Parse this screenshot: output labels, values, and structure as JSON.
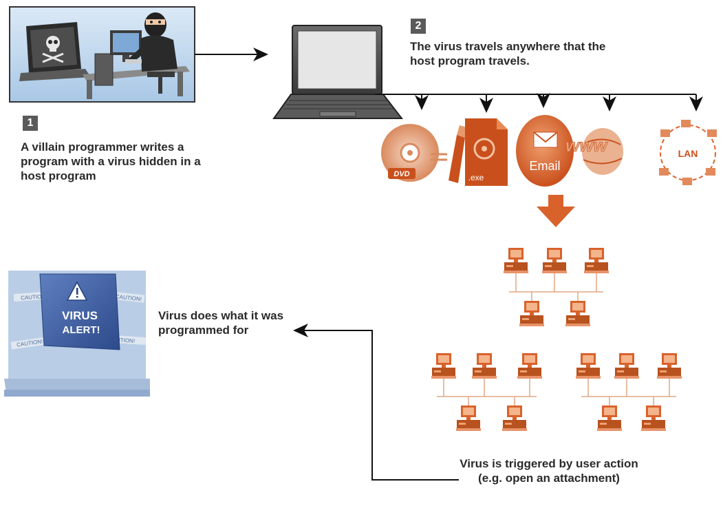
{
  "steps": [
    {
      "number": "1",
      "text": "A villain programmer writes a program with a virus hidden in a host program"
    },
    {
      "number": "2",
      "text": "The virus travels anywhere that the host program travels."
    }
  ],
  "media": {
    "dvd_label": "DVD",
    "exe_label": ".exe",
    "email_label": "Email",
    "www_label": "www",
    "lan_label": "LAN"
  },
  "alert": {
    "line1": "VIRUS",
    "line2": "ALERT!",
    "tape_text": "CAUTION!"
  },
  "outcome_text": "Virus does what it was programmed for",
  "trigger_text": "Virus is triggered by user action (e.g. open an attachment)",
  "colors": {
    "accent_orange": "#d9622b",
    "badge_gray": "#5a5a5a",
    "alert_blue": "#3b5aa0"
  }
}
